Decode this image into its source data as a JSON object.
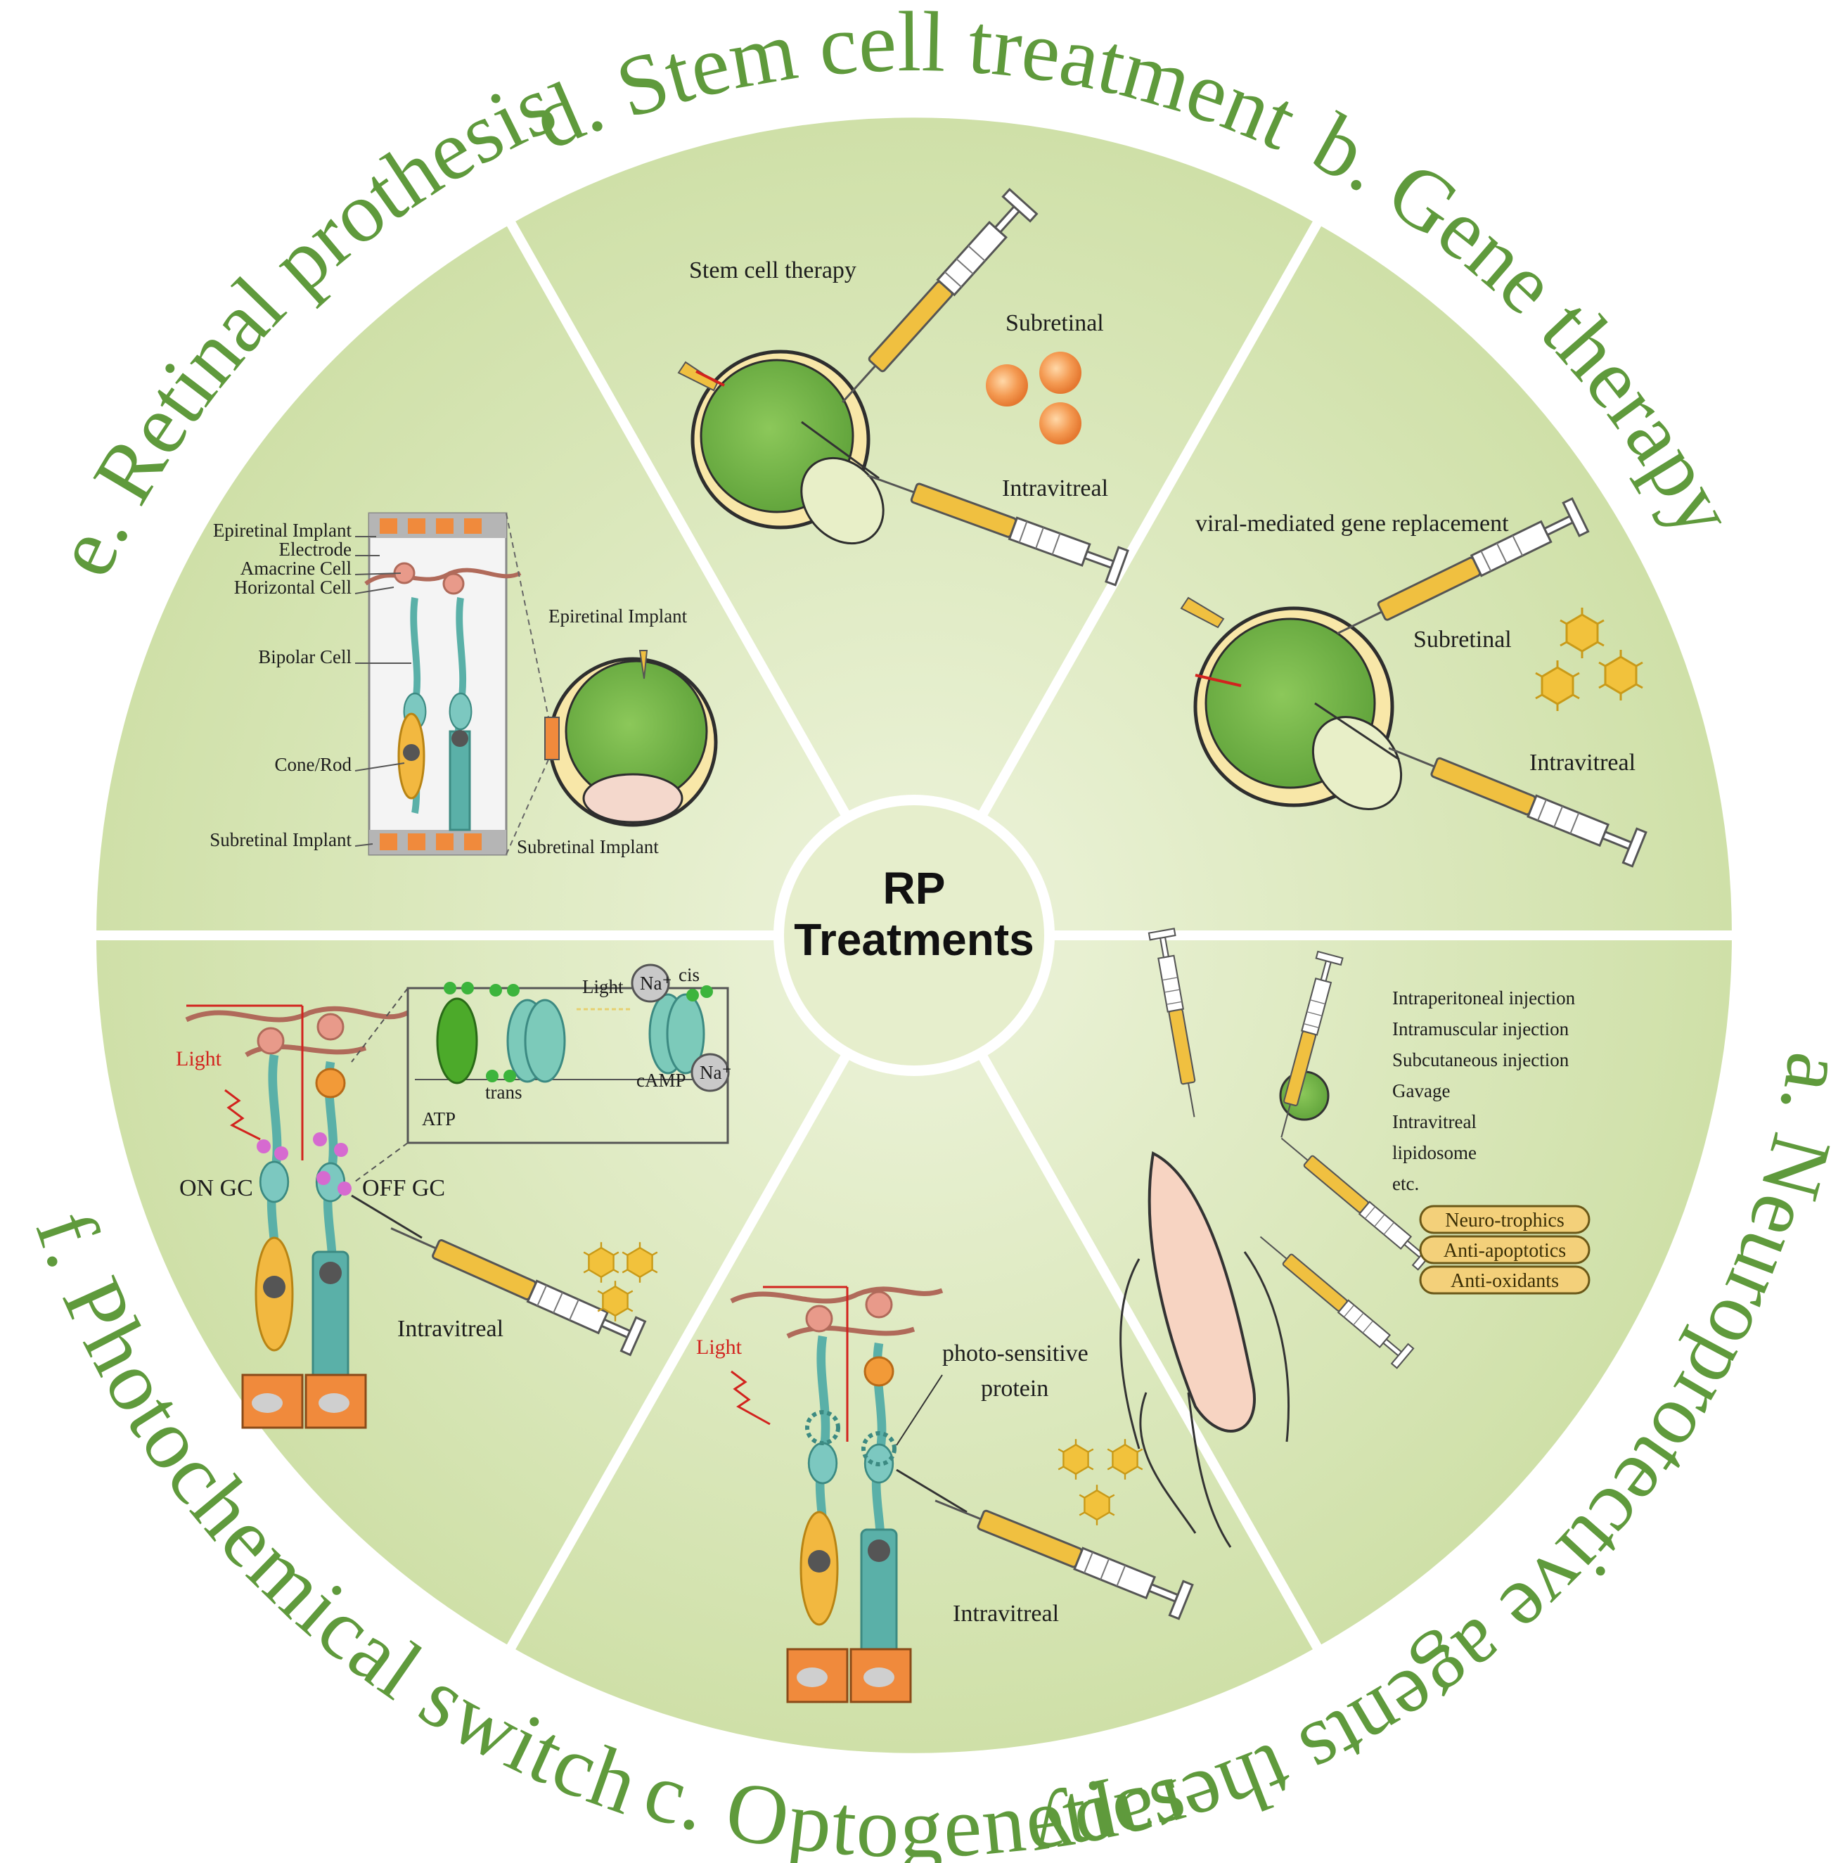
{
  "colors": {
    "title_green": "#5f9a3c",
    "sector_fill": "#d4e3b0",
    "center_fill": "#e6eecc",
    "eye_green": "#7ab84e",
    "syringe_yellow": "#f0c040",
    "label_red": "#d2231e"
  },
  "center": {
    "line1": "RP",
    "line2": "Treatments"
  },
  "sectors": {
    "stem_cell": {
      "title": "d. Stem cell treatment",
      "heading": "Stem cell therapy",
      "route1": "Subretinal",
      "route2": "Intravitreal"
    },
    "gene": {
      "title": "b. Gene therapy",
      "heading": "viral-mediated gene replacement",
      "route1": "Subretinal",
      "route2": "Intravitreal"
    },
    "neuro": {
      "title": "a. Neuroprotective agents therapy",
      "routes": [
        "Intraperitoneal injection",
        "Intramuscular injection",
        "Subcutaneous injection",
        "Gavage",
        "Intravitreal",
        "lipidosome",
        "etc."
      ],
      "agents": [
        "Neuro-trophics",
        "Anti-apoptotics",
        "Anti-oxidants"
      ]
    },
    "opto": {
      "title": "c. Optogenetics",
      "light": "Light",
      "protein_line1": "photo-sensitive",
      "protein_line2": "protein",
      "route": "Intravitreal"
    },
    "photochem": {
      "title": "f. Photochemical switch",
      "light": "Light",
      "on_gc": "ON  GC",
      "off_gc": "OFF GC",
      "atp": "ATP",
      "trans": "trans",
      "camp": "cAMP",
      "light2": "Light",
      "cis": "cis",
      "na": "Na⁺",
      "route": "Intravitreal"
    },
    "prosthesis": {
      "title": "e. Retinal prothesis",
      "labels": [
        "Epiretinal Implant",
        "Electrode",
        "Amacrine Cell",
        "Horizontal Cell",
        "Bipolar Cell",
        "Cone/Rod",
        "Subretinal Implant"
      ],
      "epi_label": "Epiretinal Implant",
      "sub_label": "Subretinal Implant"
    }
  }
}
